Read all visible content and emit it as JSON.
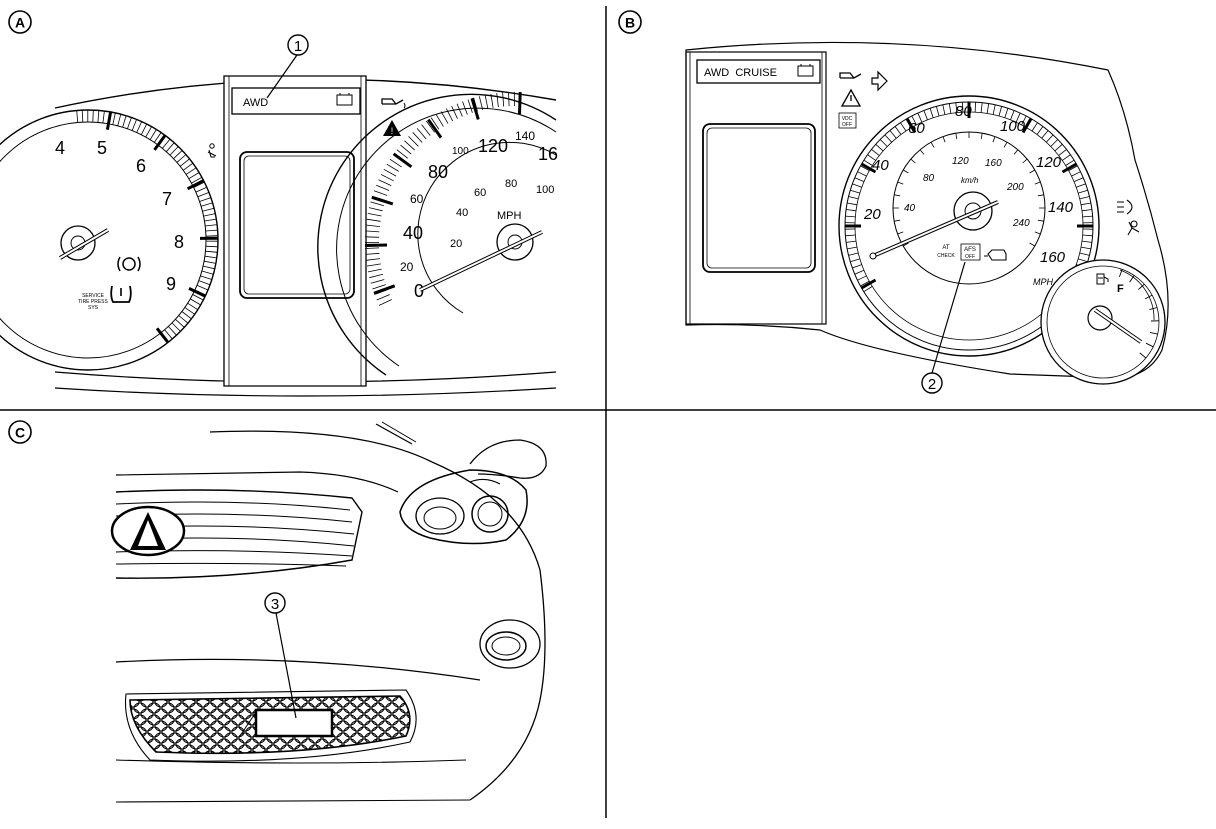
{
  "panels": {
    "a": {
      "marker": "A",
      "callout": "1",
      "display_text": "AWD",
      "tach_numbers": [
        "4",
        "5",
        "6",
        "7",
        "8",
        "9"
      ],
      "tpms_text": [
        "SERVICE",
        "TIRE PRESS",
        "SYS"
      ],
      "speedo_outer": [
        "0",
        "20",
        "40",
        "60",
        "80",
        "120",
        "16"
      ],
      "speedo_inner": [
        "20",
        "40",
        "60",
        "80",
        "100",
        "100",
        "140"
      ],
      "unit": "MPH"
    },
    "b": {
      "marker": "B",
      "callout": "2",
      "display_text": "AWD  CRUISE",
      "vdc_label": [
        "VDC",
        "OFF"
      ],
      "outer_numbers": [
        "20",
        "40",
        "60",
        "80",
        "100",
        "120",
        "140",
        "160"
      ],
      "kmh_numbers": [
        "40",
        "80",
        "120",
        "160",
        "200",
        "240"
      ],
      "kmh_label": "km/h",
      "unit": "MPH",
      "at_check": [
        "AT",
        "CHECK"
      ],
      "afs_off": [
        "AFS",
        "OFF"
      ],
      "fuel_letter": "F"
    },
    "c": {
      "marker": "C",
      "callout": "3"
    }
  }
}
